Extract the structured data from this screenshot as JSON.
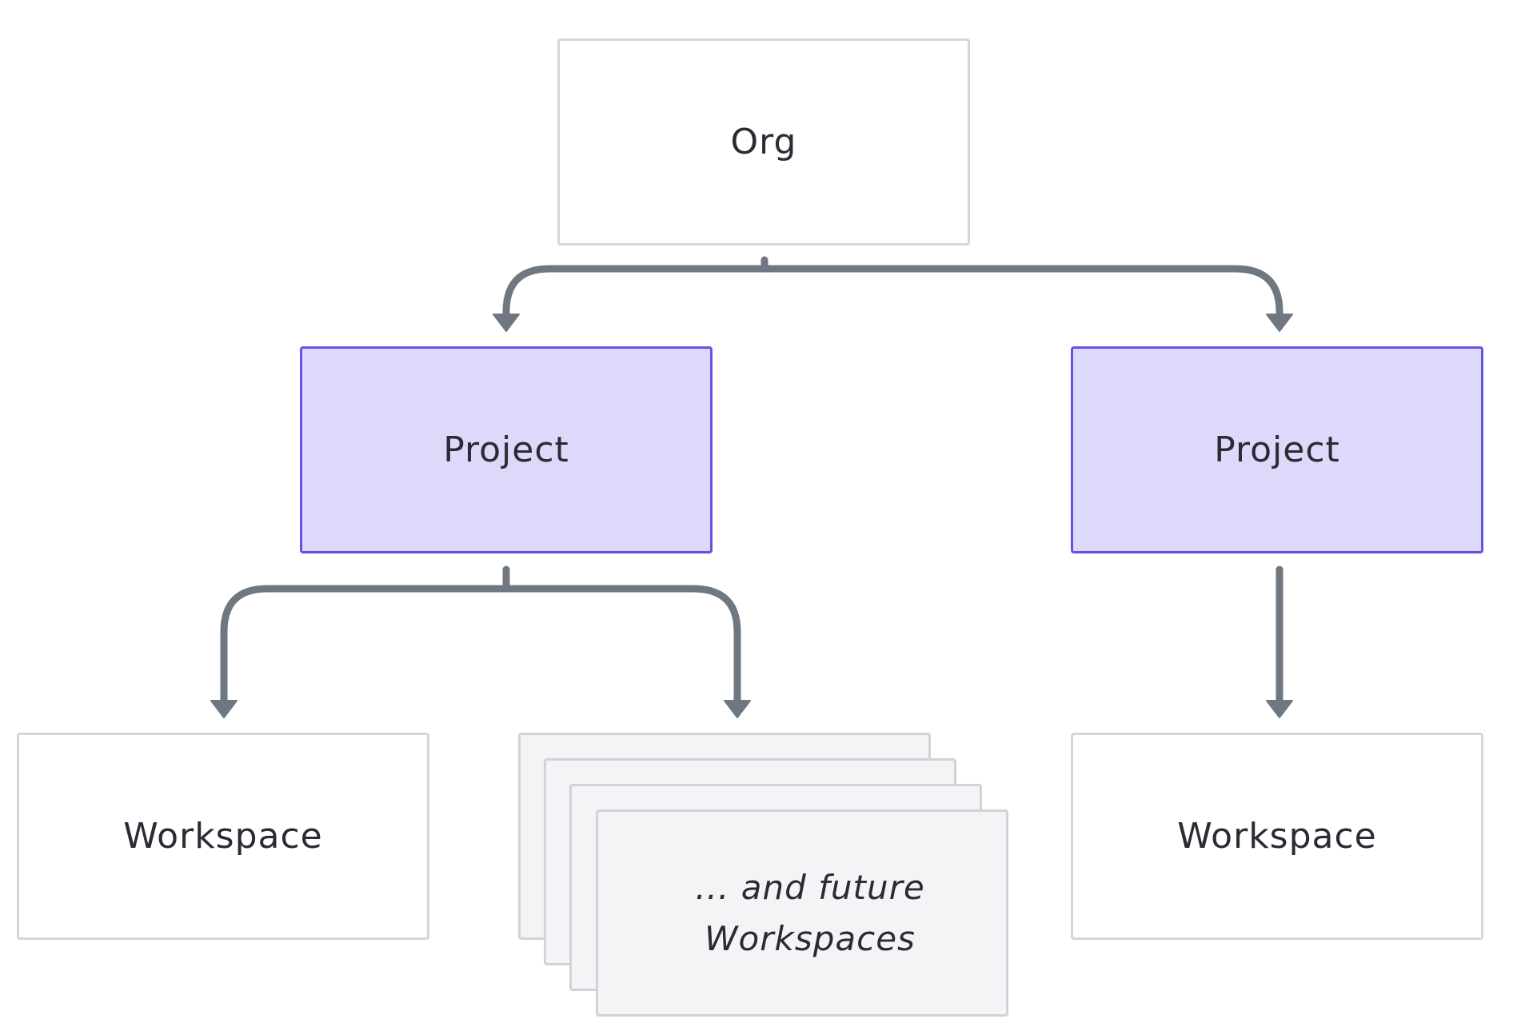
{
  "diagram": {
    "org": {
      "label": "Org"
    },
    "project_left": {
      "label": "Project"
    },
    "project_right": {
      "label": "Project"
    },
    "workspace_left": {
      "label": "Workspace"
    },
    "future_workspaces": {
      "line1": "... and future",
      "line2": "Workspaces"
    },
    "workspace_right": {
      "label": "Workspace"
    }
  },
  "colors": {
    "connector": "#6f7781",
    "box_border": "#d3d6da",
    "project_fill": "#ddd9fa",
    "project_border": "#6454e2",
    "stack_fill": "#f3f4f5"
  }
}
